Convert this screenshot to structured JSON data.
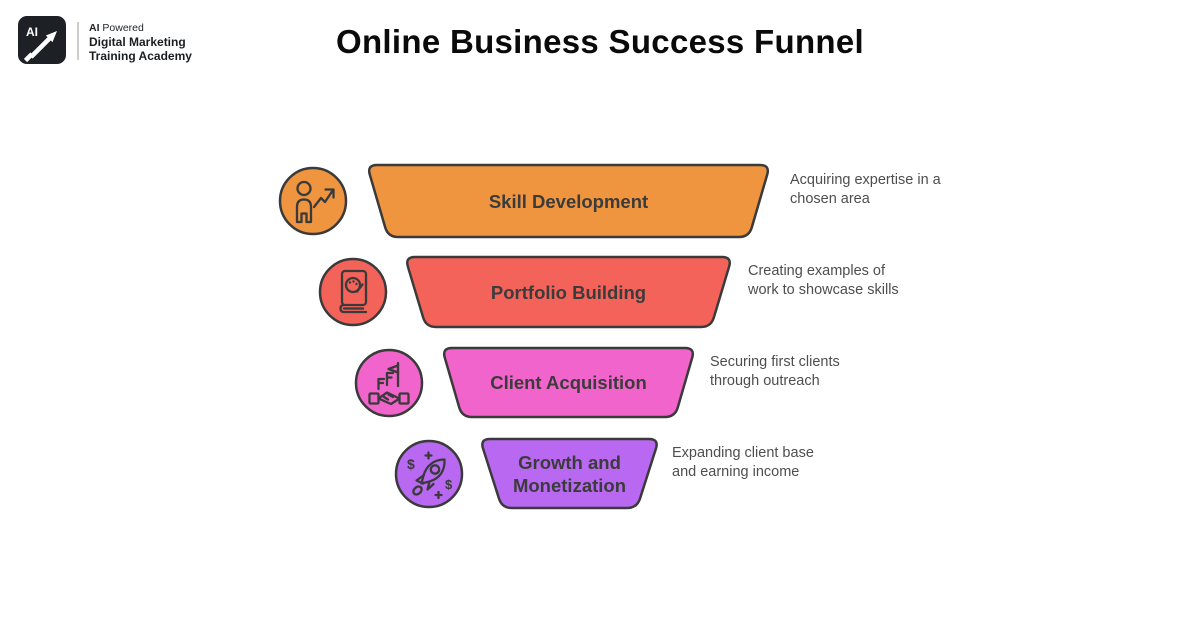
{
  "header": {
    "logo": {
      "badge": "AI",
      "line1_bold": "AI",
      "line1_rest": " Powered",
      "line2": "Digital Marketing",
      "line3": "Training Academy"
    },
    "title": "Online Business Success Funnel"
  },
  "colors": {
    "stage_orange": "#F0953F",
    "stage_coral": "#F4635A",
    "stage_pink": "#F164CB",
    "stage_purple": "#B968F1",
    "outline": "#3A3A3A",
    "label_text": "#3B3B3B",
    "description_text": "#4E4E4E",
    "logo_black": "#1D2125"
  },
  "stages": [
    {
      "label": "Skill Development",
      "desc_line1": "Acquiring expertise in a",
      "desc_line2": "chosen area",
      "color": "#F0953F",
      "icon": "person-growth-icon"
    },
    {
      "label": "Portfolio Building",
      "desc_line1": "Creating examples of",
      "desc_line2": "work to showcase skills",
      "color": "#F4635A",
      "icon": "portfolio-book-icon"
    },
    {
      "label": "Client Acquisition",
      "desc_line1": "Securing first clients",
      "desc_line2": "through outreach",
      "color": "#F164CB",
      "icon": "handshake-flag-icon"
    },
    {
      "label": "Growth and Monetization",
      "desc_line1": "Expanding client base",
      "desc_line2": "and earning income",
      "color": "#B968F1",
      "icon": "rocket-money-icon"
    }
  ],
  "chart_data": {
    "type": "funnel",
    "title": "Online Business Success Funnel",
    "stages": [
      "Skill Development",
      "Portfolio Building",
      "Client Acquisition",
      "Growth and Monetization"
    ],
    "descriptions": [
      "Acquiring expertise in a chosen area",
      "Creating examples of work to showcase skills",
      "Securing first clients through outreach",
      "Expanding client base and earning income"
    ],
    "colors": [
      "#F0953F",
      "#F4635A",
      "#F164CB",
      "#B968F1"
    ],
    "relative_widths": [
      1.0,
      0.81,
      0.63,
      0.44
    ]
  }
}
